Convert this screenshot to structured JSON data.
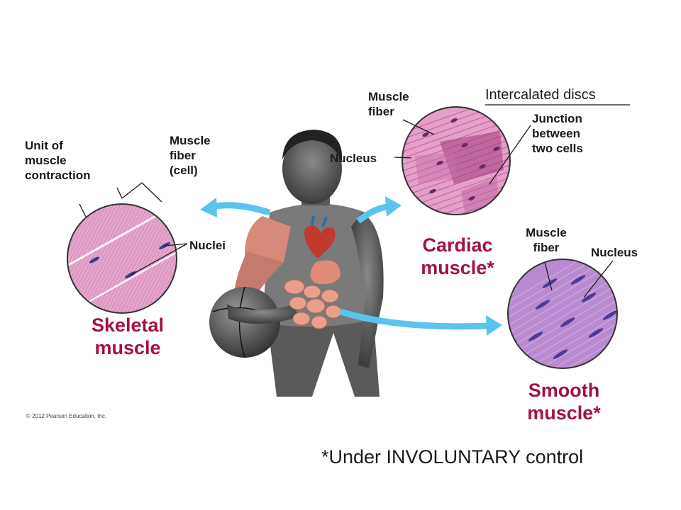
{
  "diagram": {
    "skeletal": {
      "title": "Skeletal\nmuscle",
      "unit_label": "Unit of\nmuscle\ncontraction",
      "fiber_label": "Muscle\nfiber\n(cell)",
      "nuclei_label": "Nuclei"
    },
    "cardiac": {
      "title": "Cardiac\nmuscle*",
      "fiber_label": "Muscle\nfiber",
      "nucleus_label": "Nucleus",
      "discs_label": "Intercalated discs",
      "junction_label": "Junction\nbetween\ntwo cells"
    },
    "smooth": {
      "title": "Smooth\nmuscle*",
      "fiber_label": "Muscle\nfiber",
      "nucleus_label": "Nucleus"
    },
    "copyright": "© 2012 Pearson Education, Inc.",
    "footnote": "*Under INVOLUNTARY control",
    "colors": {
      "title_color": "#a3123f",
      "arrow_color": "#5bc4ec",
      "skeletal_tissue": "#e6a6cc",
      "cardiac_tissue": "#e4a0c8",
      "smooth_tissue": "#b88ad0"
    }
  }
}
